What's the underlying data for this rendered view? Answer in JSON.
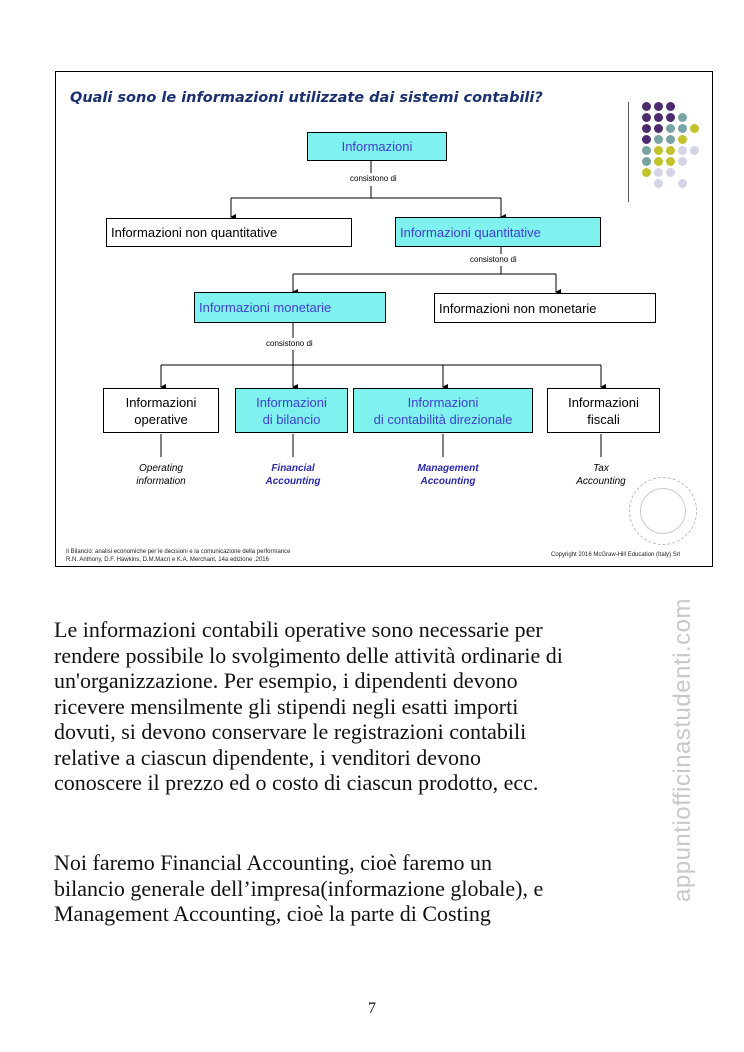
{
  "slide": {
    "title": "Quali sono le informazioni utilizzate dai sistemi contabili?",
    "root": "Informazioni",
    "consistono_label": "consistono di",
    "level1": {
      "left": "Informazioni non quantitative",
      "right": "Informazioni quantitative"
    },
    "level2": {
      "left": "Informazioni monetarie",
      "right": "Informazioni non monetarie"
    },
    "level3": [
      {
        "line1": "Informazioni",
        "line2": "operative",
        "english1": "Operating",
        "english2": "information"
      },
      {
        "line1": "Informazioni",
        "line2": "di bilancio",
        "english1": "Financial",
        "english2": "Accounting"
      },
      {
        "line1": "Informazioni",
        "line2": "di contabilità direzionale",
        "english1": "Management",
        "english2": "Accounting"
      },
      {
        "line1": "Informazioni",
        "line2": "fiscali",
        "english1": "Tax",
        "english2": "Accounting"
      }
    ],
    "footer_left_1": "Il Bilancio: analisi economiche per le decisioni e la comunicazione della performance",
    "footer_left_2": "R.N. Anthony, D.F. Hawkins, D.M.Macrì e K.A. Merchant, 14a edizione ,2016",
    "footer_right": "Copyright 2016 McGraw-Hill Education (Italy) Srl",
    "colors": {
      "cyan_box": "#7ff1ee",
      "cyan_text": "#4040d0",
      "title": "#1a2f6e",
      "purple": "#4b2a6e",
      "olive": "#c2c22a",
      "teal": "#78a3a3",
      "lavender": "#d4d4e6"
    }
  },
  "paragraph1": [
    "Le informazioni contabili operative sono necessarie per",
    "rendere possibile lo svolgimento delle attività ordinarie di",
    "un'organizzazione. Per esempio, i dipendenti devono",
    "ricevere mensilmente gli stipendi negli esatti importi",
    "dovuti, si devono conservare le registrazioni contabili",
    "relative a ciascun dipendente, i venditori devono",
    "conoscere il prezzo ed o costo di ciascun prodotto, ecc."
  ],
  "paragraph2": [
    "Noi faremo Financial Accounting, cioè faremo un",
    "bilancio generale dell’impresa(informazione globale), e",
    "Management Accounting, cioè la parte di Costing"
  ],
  "watermark": "appuntiofficinastudenti.com",
  "page_number": "7"
}
